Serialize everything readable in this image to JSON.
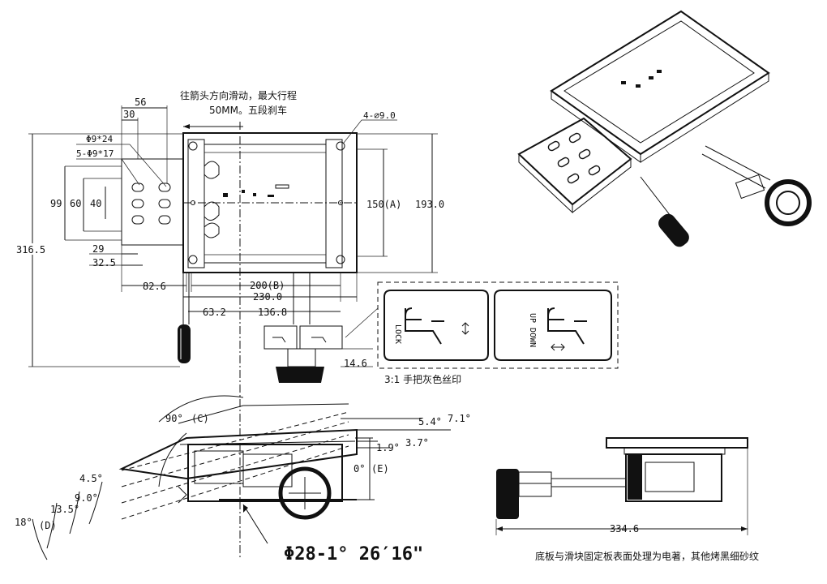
{
  "notes": {
    "slide_line1": "往箭头方向滑动，最大行程",
    "slide_line2": "50MM。五段刹车",
    "hole_spec": "4-⌀9.0",
    "handle_print": "3:1 手把灰色丝印",
    "surface_note": "底板与滑块固定板表面处理为电著，其他烤黑细砂纹",
    "angle_spec": "Φ28-1° 26′16\""
  },
  "dims": {
    "d56": "56",
    "d30": "30",
    "d_phi9x24": "Φ9*24",
    "d_5phi9x17": "5-Φ9*17",
    "d99": "99",
    "d60": "60",
    "d40": "40",
    "d316": "316.5",
    "d29": "29",
    "d32": "32.5",
    "d82": "82.6",
    "d150": "150(A)",
    "d193": "193.0",
    "d200": "200(B)",
    "d230": "230.0",
    "d63": "63.2",
    "d136": "136.8",
    "d14": "14.6",
    "d334": "334.6"
  },
  "angles": {
    "a90": "90°",
    "a90c": "(C)",
    "a54": "5.4°",
    "a71": "7.1°",
    "a19": "1.9°",
    "a37": "3.7°",
    "a0": "0°",
    "a0e": "(E)",
    "a45": "4.5°",
    "a90b": "9.0°",
    "a135": "13.5°",
    "a18": "18°",
    "a18d": "(D)"
  },
  "labels": {
    "lock": "LOCK",
    "up_down": "UP DOWN"
  }
}
